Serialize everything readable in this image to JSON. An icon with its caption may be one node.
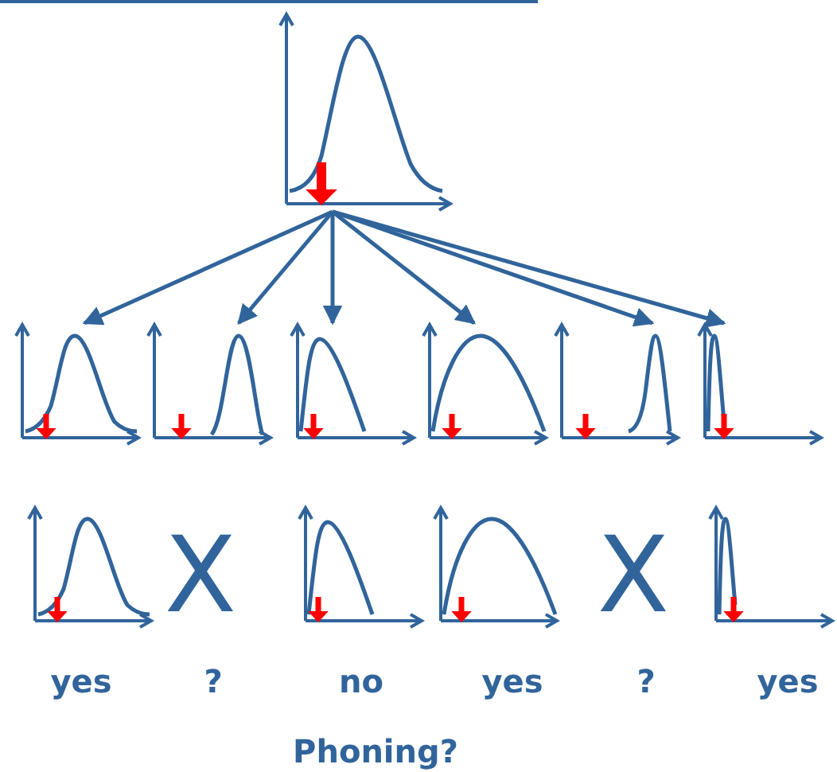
{
  "diagram": {
    "nodes": [
      {
        "text": [],
        "shape": "chart"
      },
      {
        "text": [],
        "shape": "chart"
      },
      {
        "text": [],
        "shape": "chart"
      },
      {
        "text": [],
        "shape": "chart"
      },
      {
        "text": [],
        "shape": "chart"
      },
      {
        "text": [],
        "shape": "chart"
      },
      {
        "text": [],
        "shape": "chart"
      }
    ],
    "edges": [
      {
        "from": 0,
        "to": 1,
        "arrow": "to"
      },
      {
        "from": 0,
        "to": 2,
        "arrow": "to"
      },
      {
        "from": 0,
        "to": 3,
        "arrow": "to"
      },
      {
        "from": 0,
        "to": 4,
        "arrow": "to"
      },
      {
        "from": 0,
        "to": 5,
        "arrow": "to"
      },
      {
        "from": 0,
        "to": 6,
        "arrow": "to"
      }
    ],
    "labels": [
      "X",
      "X",
      "yes",
      "?",
      "no",
      "yes",
      "?",
      "yes",
      "Phoning?"
    ]
  }
}
